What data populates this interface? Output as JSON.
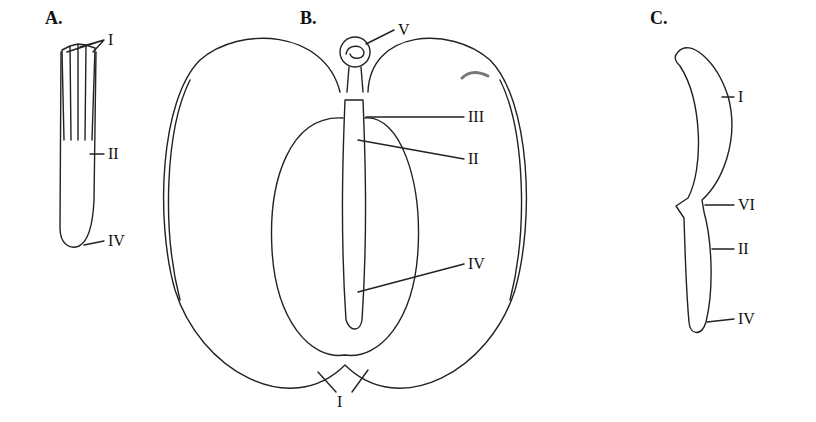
{
  "diagram": {
    "labels": [
      "A.",
      "B.",
      "C.",
      "I",
      "II",
      "IV",
      "V",
      "III",
      "II",
      "IV",
      "I",
      "I",
      "VI",
      "II",
      "IV"
    ]
  }
}
